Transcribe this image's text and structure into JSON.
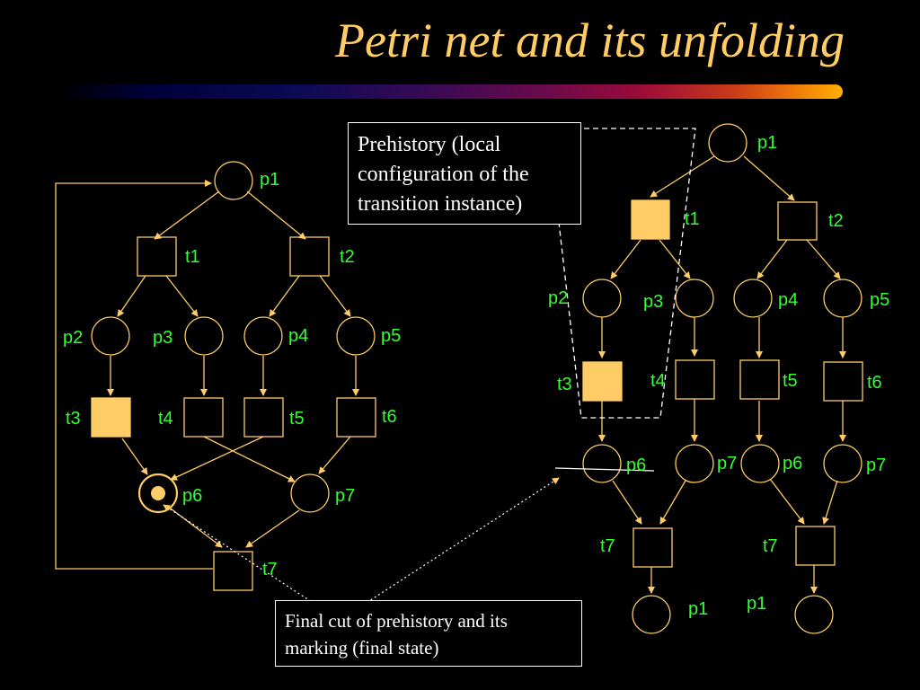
{
  "title": "Petri net and its unfolding",
  "notes": {
    "prehistory": "Prehistory (local configuration of the transition instance)",
    "final_cut": "Final cut of prehistory and its marking (final state)"
  },
  "colors": {
    "background": "#000000",
    "node_stroke": "#FFCC66",
    "highlight_fill": "#FFCC66",
    "label": "#33FF33",
    "title": "#FFCC66",
    "note_text": "#FFFFFF"
  },
  "left_net": {
    "places": [
      {
        "id": "L_p1",
        "label": "p1"
      },
      {
        "id": "L_p2",
        "label": "p2"
      },
      {
        "id": "L_p3",
        "label": "p3"
      },
      {
        "id": "L_p4",
        "label": "p4"
      },
      {
        "id": "L_p5",
        "label": "p5"
      },
      {
        "id": "L_p6",
        "label": "p6",
        "marked": true
      },
      {
        "id": "L_p7",
        "label": "p7"
      }
    ],
    "transitions": [
      {
        "id": "L_t1",
        "label": "t1"
      },
      {
        "id": "L_t2",
        "label": "t2"
      },
      {
        "id": "L_t3",
        "label": "t3",
        "highlighted": true
      },
      {
        "id": "L_t4",
        "label": "t4"
      },
      {
        "id": "L_t5",
        "label": "t5"
      },
      {
        "id": "L_t6",
        "label": "t6"
      },
      {
        "id": "L_t7",
        "label": "t7"
      }
    ]
  },
  "right_net": {
    "places": [
      {
        "id": "R_p1a",
        "label": "p1"
      },
      {
        "id": "R_p2",
        "label": "p2"
      },
      {
        "id": "R_p3",
        "label": "p3"
      },
      {
        "id": "R_p4",
        "label": "p4"
      },
      {
        "id": "R_p5",
        "label": "p5"
      },
      {
        "id": "R_p6a",
        "label": "p6"
      },
      {
        "id": "R_p7a",
        "label": "p7"
      },
      {
        "id": "R_p6b",
        "label": "p6"
      },
      {
        "id": "R_p7b",
        "label": "p7"
      },
      {
        "id": "R_p1b",
        "label": "p1"
      },
      {
        "id": "R_p1c",
        "label": "p1"
      }
    ],
    "transitions": [
      {
        "id": "R_t1",
        "label": "t1",
        "highlighted": true
      },
      {
        "id": "R_t2",
        "label": "t2"
      },
      {
        "id": "R_t3",
        "label": "t3",
        "highlighted": true
      },
      {
        "id": "R_t4",
        "label": "t4"
      },
      {
        "id": "R_t5",
        "label": "t5"
      },
      {
        "id": "R_t6",
        "label": "t6"
      },
      {
        "id": "R_t7a",
        "label": "t7"
      },
      {
        "id": "R_t7b",
        "label": "t7"
      }
    ]
  }
}
